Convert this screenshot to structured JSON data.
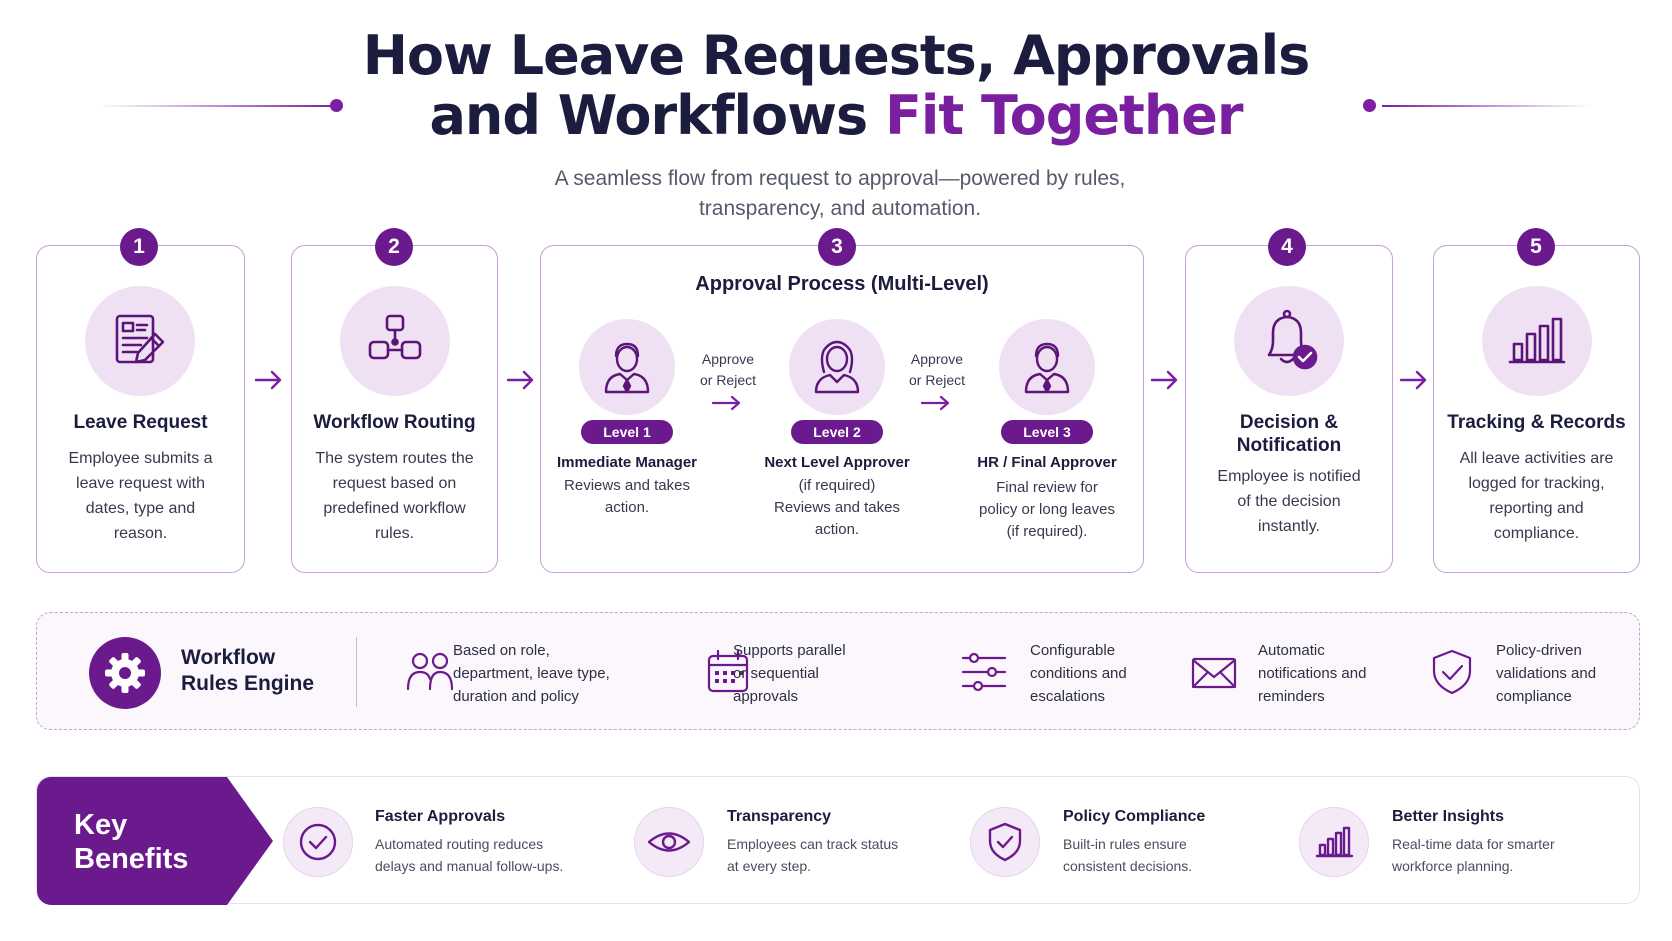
{
  "header": {
    "title_line1": "How Leave Requests, Approvals",
    "title_line2_main": "and Workflows ",
    "title_line2_accent": "Fit Together",
    "subtitle_line1": "A seamless flow from request to approval—powered by rules,",
    "subtitle_line2": "transparency, and automation."
  },
  "colors": {
    "primary": "#6b1a8d",
    "accent": "#7a1fa0",
    "light": "#efe1f3",
    "border": "#c89ed6",
    "dark_text": "#1b1c3e"
  },
  "steps": [
    {
      "number": "1",
      "title": "Leave Request",
      "icon": "document-edit-icon",
      "desc": [
        "Employee submits a",
        "leave request with",
        "dates, type and",
        "reason."
      ]
    },
    {
      "number": "2",
      "title": "Workflow Routing",
      "icon": "workflow-icon",
      "desc": [
        "The system routes the",
        "request based on",
        "predefined workflow",
        "rules."
      ]
    },
    {
      "number": "3",
      "title": "Approval Process (Multi-Level)"
    },
    {
      "number": "4",
      "title_line1": "Decision &",
      "title_line2": "Notification",
      "icon": "bell-check-icon",
      "desc": [
        "Employee is notified",
        "of the decision",
        "instantly."
      ]
    },
    {
      "number": "5",
      "title": "Tracking & Records",
      "icon": "bar-chart-icon",
      "desc": [
        "All leave activities are",
        "logged for tracking,",
        "reporting and",
        "compliance."
      ]
    }
  ],
  "approval_levels": [
    {
      "badge": "Level 1",
      "name": "Immediate Manager",
      "icon": "male-user-icon",
      "desc": [
        "Reviews and takes",
        "action."
      ]
    },
    {
      "badge": "Level 2",
      "name": "Next Level Approver",
      "icon": "female-user-icon",
      "desc": [
        "(if required)",
        "Reviews and takes",
        "action."
      ]
    },
    {
      "badge": "Level 3",
      "name": "HR / Final Approver",
      "icon": "male-user-icon",
      "desc": [
        "Final review for",
        "policy or long leaves",
        "(if required)."
      ]
    }
  ],
  "approve_label": [
    "Approve",
    "or Reject"
  ],
  "engine": {
    "title_line1": "Workflow",
    "title_line2": "Rules Engine",
    "icon": "gear-icon",
    "features": [
      {
        "icon": "users-icon",
        "lines": [
          "Based on role,",
          "department, leave type,",
          "duration and policy"
        ]
      },
      {
        "icon": "calendar-icon",
        "lines": [
          "Supports parallel",
          "or sequential",
          "approvals"
        ]
      },
      {
        "icon": "sliders-icon",
        "lines": [
          "Configurable",
          "conditions and",
          "escalations"
        ]
      },
      {
        "icon": "envelope-icon",
        "lines": [
          "Automatic",
          "notifications and",
          "reminders"
        ]
      },
      {
        "icon": "shield-check-icon",
        "lines": [
          "Policy-driven",
          "validations and",
          "compliance"
        ]
      }
    ]
  },
  "benefits": {
    "label_line1": "Key",
    "label_line2": "Benefits",
    "items": [
      {
        "icon": "check-circle-icon",
        "title": "Faster Approvals",
        "desc": [
          "Automated routing reduces",
          "delays and manual follow-ups."
        ]
      },
      {
        "icon": "eye-icon",
        "title": "Transparency",
        "desc": [
          "Employees can track status",
          "at every step."
        ]
      },
      {
        "icon": "shield-check-icon",
        "title": "Policy Compliance",
        "desc": [
          "Built-in rules ensure",
          "consistent decisions."
        ]
      },
      {
        "icon": "bar-chart-icon",
        "title": "Better Insights",
        "desc": [
          "Real-time data for smarter",
          "workforce planning."
        ]
      }
    ]
  }
}
